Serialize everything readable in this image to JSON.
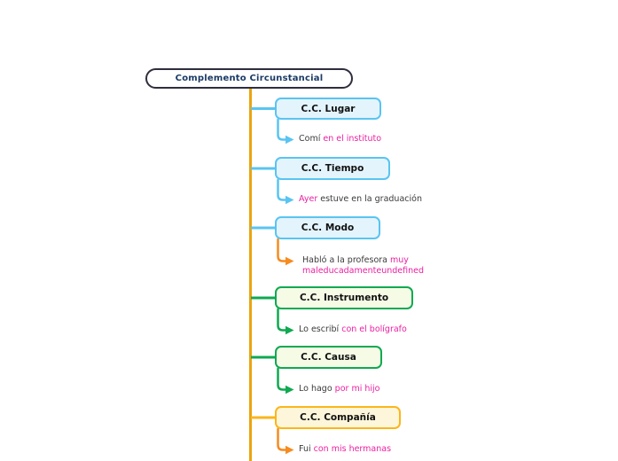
{
  "root": {
    "label": "Complemento Circunstancial"
  },
  "palette": {
    "trunk": "#EBA40E",
    "blue": "#5AC4F1",
    "blue_fill": "#E3F4FD",
    "green": "#0FA951",
    "green_fill": "#F6FBE6",
    "gold": "#FBB61A",
    "gold_fill": "#FEF6DA",
    "orange_arrow": "#F68B1F",
    "highlight_text": "#EC1FA1",
    "plain_text": "#3A3A3A",
    "root_text": "#1A3A66",
    "root_border": "#2E2E3E"
  },
  "branches": [
    {
      "label": "C.C. Lugar",
      "example": {
        "before": "Comí ",
        "highlight": "en el instituto",
        "after": ""
      }
    },
    {
      "label": "C.C. Tiempo",
      "example": {
        "before": "",
        "highlight": "Ayer",
        "after": " estuve en la graduación"
      }
    },
    {
      "label": "C.C. Modo",
      "example": {
        "before": "Habló a la profesora ",
        "highlight": "muy maleducadamenteundefined",
        "after": ""
      }
    },
    {
      "label": "C.C. Instrumento",
      "example": {
        "before": "Lo escribí ",
        "highlight": "con el bolígrafo",
        "after": ""
      }
    },
    {
      "label": "C.C. Causa",
      "example": {
        "before": "Lo hago ",
        "highlight": "por mi hijo",
        "after": ""
      }
    },
    {
      "label": "C.C. Compañía",
      "example": {
        "before": "Fui ",
        "highlight": "con mis hermanas",
        "after": ""
      }
    }
  ]
}
